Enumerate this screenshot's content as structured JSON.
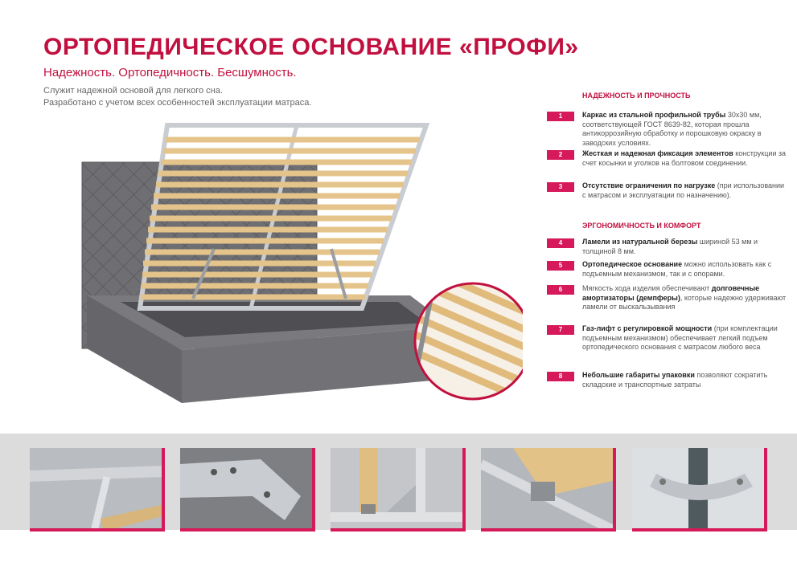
{
  "header": {
    "title": "ОРТОПЕДИЧЕСКОЕ ОСНОВАНИЕ «ПРОФИ»",
    "subtitle": "Надежность. Ортопедичность. Бесшумность.",
    "intro": [
      "Служит надежной основой для легкого сна.",
      "Разработано с учетом всех особенностей эксплуатации матраса."
    ]
  },
  "sections": [
    {
      "heading": "НАДЕЖНОСТЬ И ПРОЧНОСТЬ",
      "items": [
        {
          "num": "1",
          "bold": "Каркас из стальной профильной трубы",
          "text": " 30х30 мм, соответствующей ГОСТ 8639-82, которая прошла антикоррозийную обработку и порошковую окраску в заводских условиях."
        },
        {
          "num": "2",
          "bold": "Жесткая и надежная фиксация элементов",
          "text": " конструкции за счет косынки и уголков на болтовом соединении."
        },
        {
          "num": "3",
          "bold": "Отсутствие ограничения по нагрузке",
          "text": " (при использовании с матрасом и эксплуатации по назначению)."
        }
      ]
    },
    {
      "heading": "ЭРГОНОМИЧНОСТЬ И КОМФОРТ",
      "items": [
        {
          "num": "4",
          "bold": "Ламели из натуральной березы",
          "text": " шириной 53 мм и толщиной 8 мм."
        },
        {
          "num": "5",
          "bold": "Ортопедическое основание",
          "text": " можно использовать как с подъемным механизмом, так и с опорами."
        },
        {
          "num": "6",
          "pre": "Мягкость хода изделия обеспечивают ",
          "bold": "долговечные амортизаторы (демпферы)",
          "text": ", которые надежно удерживают ламели от выскальзывания"
        },
        {
          "num": "7",
          "bold": "Газ-лифт с регулировкой мощности",
          "text": " (при комплектации подъемным механизмом) обеспечивает легкий подъем ортопедического основания с матрасом любого веса"
        },
        {
          "num": "8",
          "bold": "Небольшие габариты упаковки",
          "text": " позволяют сократить складские и транспортные затраты"
        }
      ]
    }
  ],
  "colors": {
    "accent": "#c1103f",
    "badge": "#d6195a",
    "upholstery": "#6f6f73",
    "slat": "#e4c48a",
    "frame": "#c9ccd0"
  },
  "thumbnails": [
    "frame-corner-detail",
    "bolt-gusset-detail",
    "slat-holder-detail",
    "damper-detail",
    "gas-lift-bracket-detail"
  ]
}
